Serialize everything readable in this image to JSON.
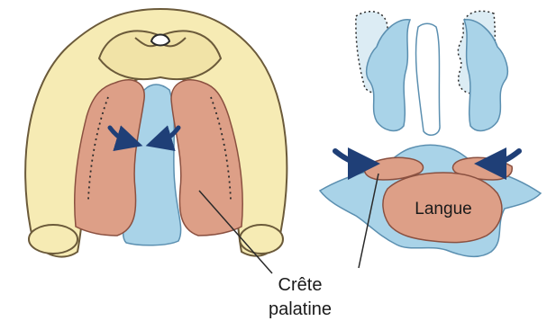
{
  "labels": {
    "tongue": "Langue",
    "crest_line1": "Crête",
    "crest_line2": "palatine"
  },
  "colors": {
    "background": "#ffffff",
    "bone": "#f6ebb4",
    "bone_stroke": "#6b5a3a",
    "palatal_shelf": "#dd9f87",
    "blue_cavity": "#a9d3e8",
    "blue_stroke": "#5b8fb0",
    "arrow": "#1f3f77",
    "outline": "#2a2a2a"
  },
  "icons": {
    "arrow": "curved-arrow-icon"
  }
}
